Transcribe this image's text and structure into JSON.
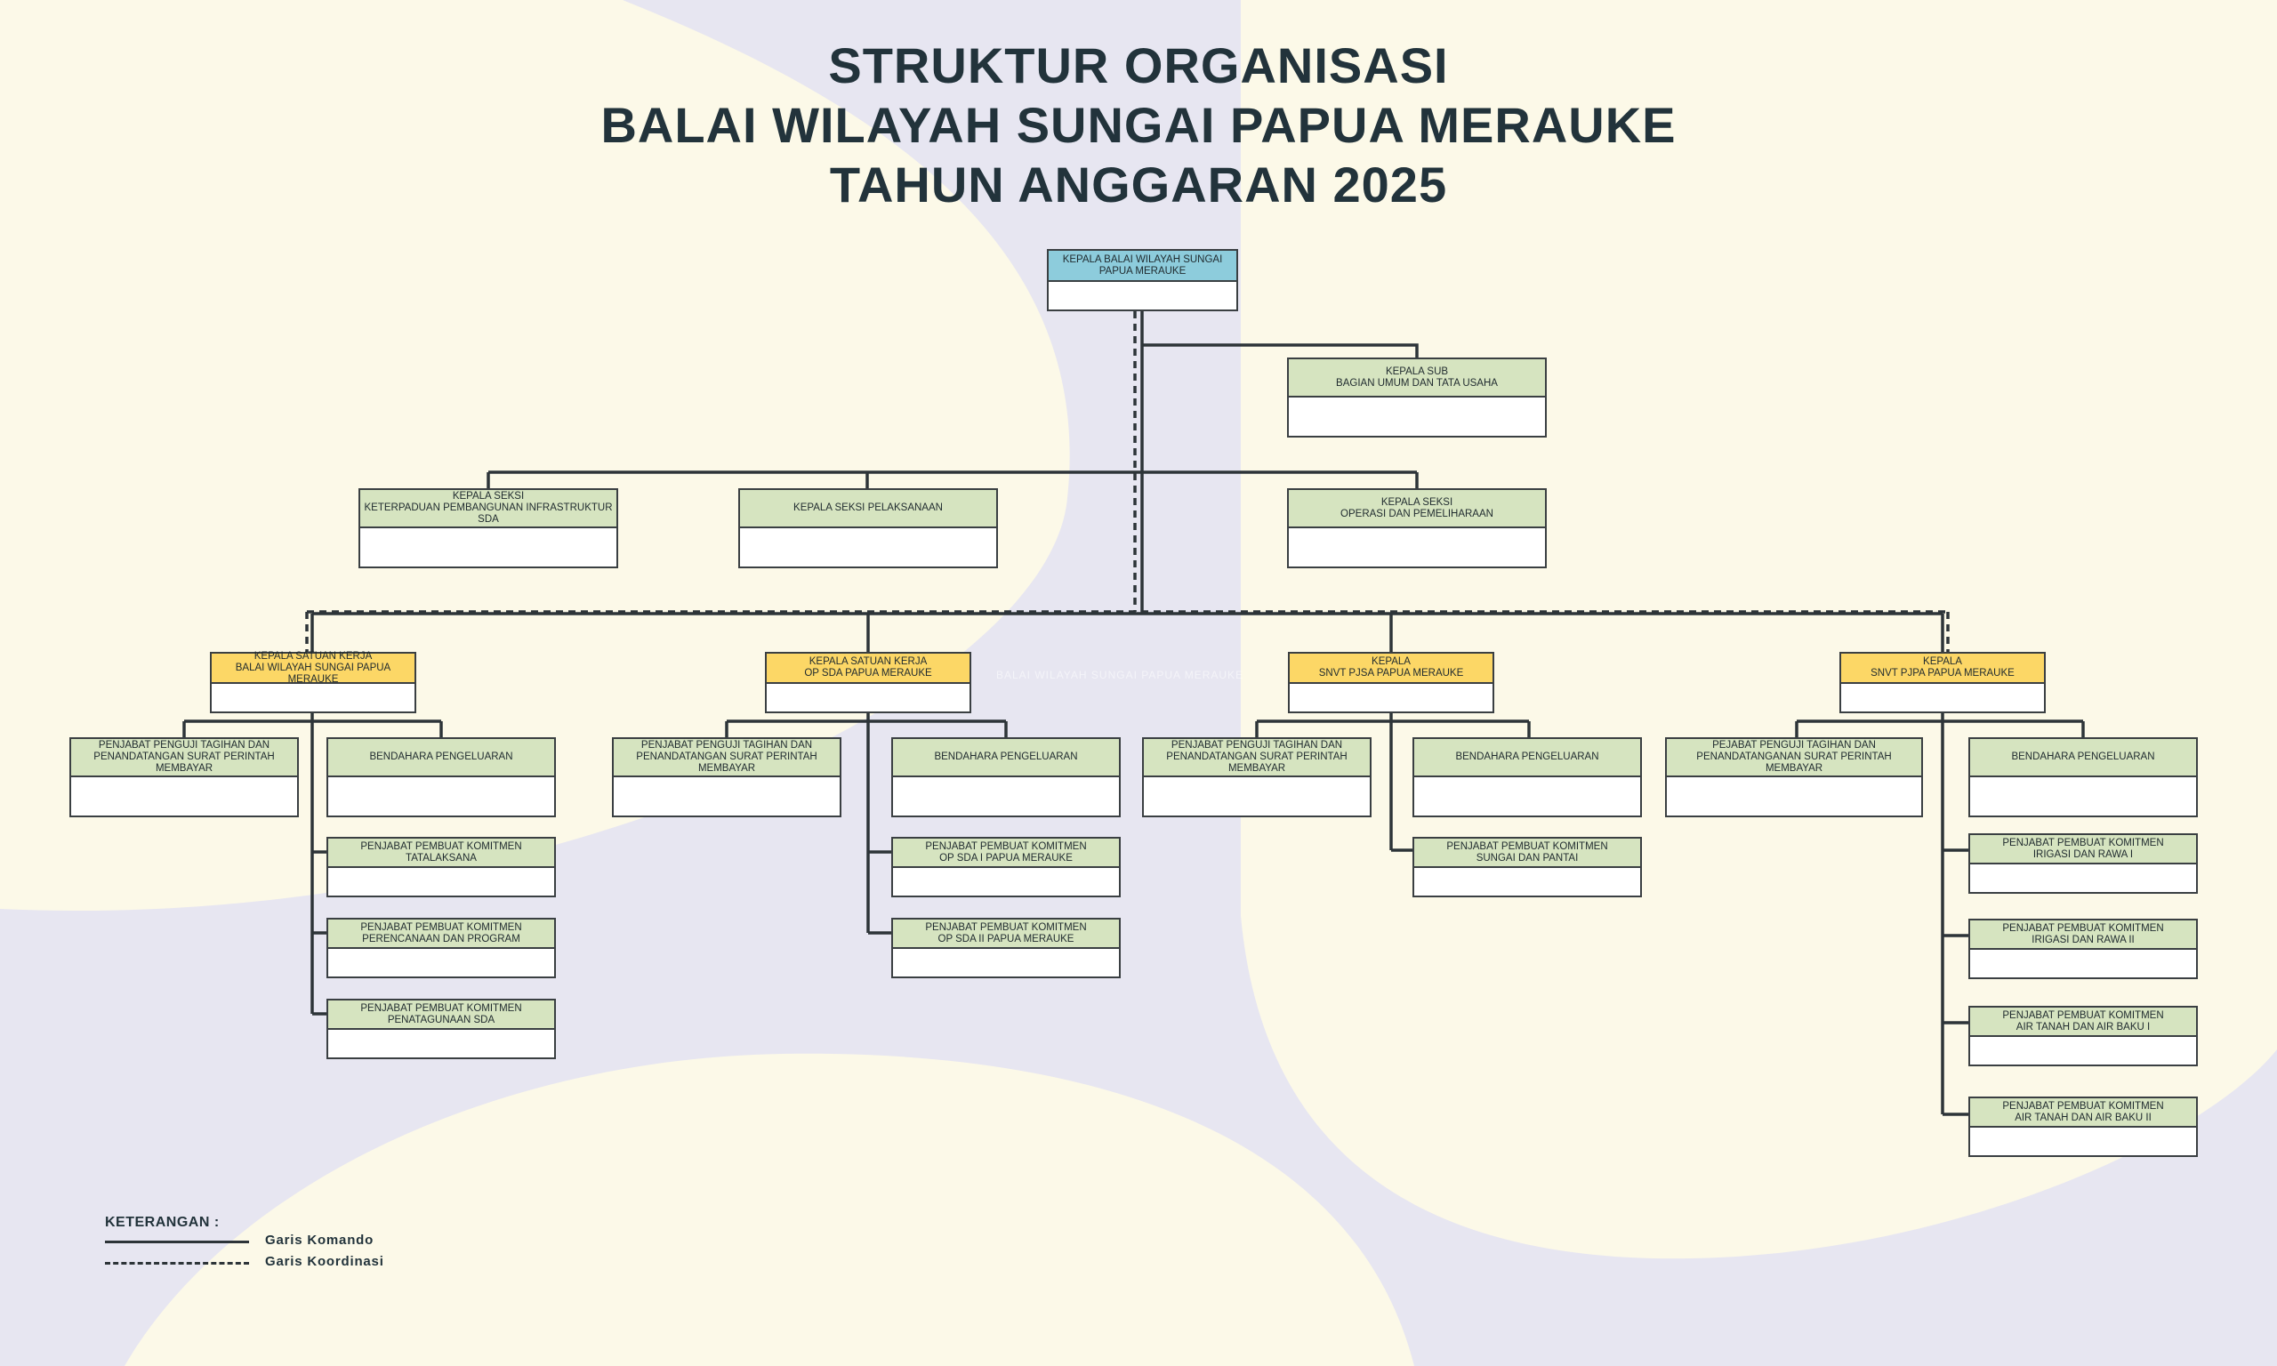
{
  "title": {
    "line1": "STRUKTUR ORGANISASI",
    "line2": "BALAI WILAYAH SUNGAI PAPUA MERAUKE",
    "line3": "TAHUN ANGGARAN 2025"
  },
  "watermark": "BALAI WILAYAH SUNGAI PAPUA MERAUKE",
  "colors": {
    "background": "#fcf9e8",
    "shape": "#e7e6f1",
    "green": "#d6e4c0",
    "yellow": "#fcd766",
    "blue": "#8dccdc",
    "line": "#2d3438",
    "title": "#22333b"
  },
  "nodes": {
    "kepala_balai": "KEPALA BALAI WILAYAH SUNGAI\nPAPUA MERAUKE",
    "kasubbag": "KEPALA SUB\nBAGIAN UMUM DAN TATA USAHA",
    "seksi_keterpaduan": "KEPALA SEKSI\nKETERPADUAN PEMBANGUNAN INFRASTRUKTUR SDA",
    "seksi_pelaksanaan": "KEPALA SEKSI PELAKSANAAN",
    "seksi_op": "KEPALA SEKSI\nOPERASI DAN PEMELIHARAAN",
    "satker_balai": "KEPALA SATUAN KERJA\nBALAI WILAYAH SUNGAI PAPUA MERAUKE",
    "satker_op": "KEPALA SATUAN KERJA\nOP SDA PAPUA MERAUKE",
    "snvt_pjsa": "KEPALA\nSNVT PJSA PAPUA MERAUKE",
    "snvt_pjpa": "KEPALA\nSNVT PJPA PAPUA MERAUKE",
    "g1_ppspm": "PENJABAT PENGUJI TAGIHAN DAN\nPENANDATANGAN SURAT PERINTAH MEMBAYAR",
    "g1_bendahara": "BENDAHARA PENGELUARAN",
    "g1_ppk1": "PENJABAT PEMBUAT KOMITMEN\nTATALAKSANA",
    "g1_ppk2": "PENJABAT PEMBUAT KOMITMEN\nPERENCANAAN DAN PROGRAM",
    "g1_ppk3": "PENJABAT PEMBUAT KOMITMEN\nPENATAGUNAAN SDA",
    "g2_ppspm": "PENJABAT PENGUJI TAGIHAN DAN\nPENANDATANGAN SURAT PERINTAH MEMBAYAR",
    "g2_bendahara": "BENDAHARA PENGELUARAN",
    "g2_ppk1": "PENJABAT PEMBUAT KOMITMEN\nOP SDA I PAPUA MERAUKE",
    "g2_ppk2": "PENJABAT PEMBUAT KOMITMEN\nOP SDA II PAPUA MERAUKE",
    "g3_ppspm": "PENJABAT PENGUJI TAGIHAN DAN\nPENANDATANGAN SURAT PERINTAH MEMBAYAR",
    "g3_bendahara": "BENDAHARA PENGELUARAN",
    "g3_ppk1": "PENJABAT PEMBUAT KOMITMEN\nSUNGAI DAN PANTAI",
    "g4_ppspm": "PEJABAT PENGUJI TAGIHAN DAN\nPENANDATANGANAN SURAT PERINTAH MEMBAYAR",
    "g4_bendahara": "BENDAHARA PENGELUARAN",
    "g4_ppk1": "PENJABAT PEMBUAT KOMITMEN\nIRIGASI DAN RAWA I",
    "g4_ppk2": "PENJABAT PEMBUAT KOMITMEN\nIRIGASI DAN RAWA II",
    "g4_ppk3": "PENJABAT PEMBUAT KOMITMEN\nAIR TANAH DAN AIR BAKU I",
    "g4_ppk4": "PENJABAT PEMBUAT KOMITMEN\nAIR TANAH DAN AIR BAKU II"
  },
  "legend": {
    "title": "KETERANGAN :",
    "solid_label": "Garis Komando",
    "dashed_label": "Garis Koordinasi"
  }
}
